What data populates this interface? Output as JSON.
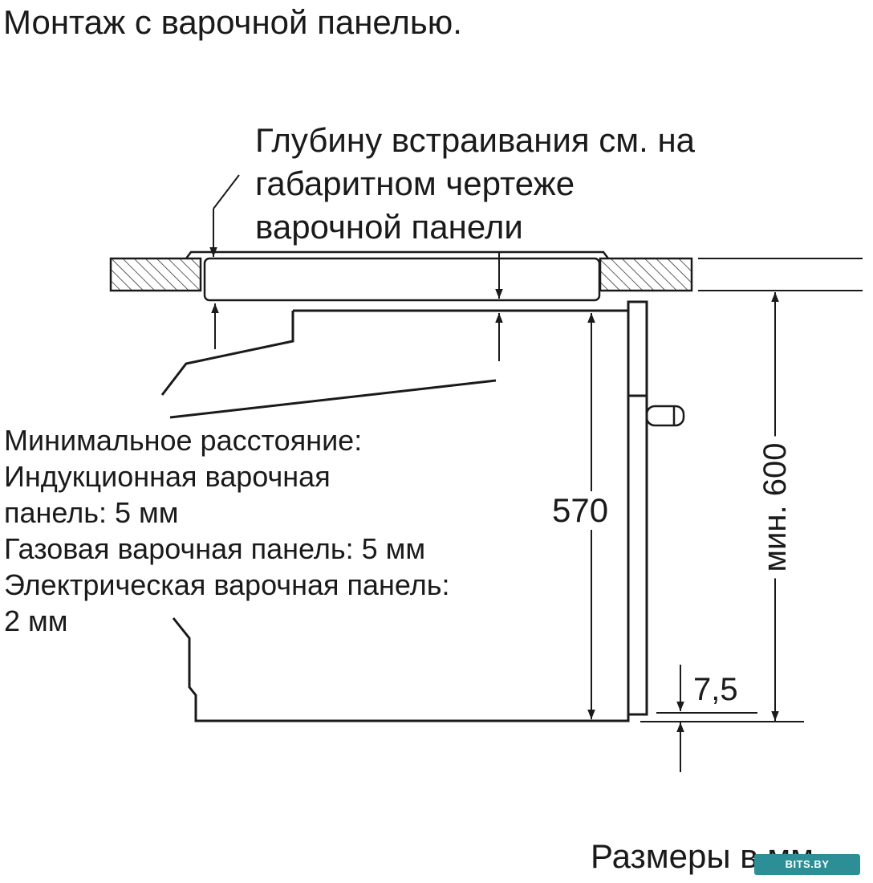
{
  "title": "Монтаж с варочной панелью.",
  "depth_note": {
    "lines": [
      "Глубину встраивания см. на",
      "габаритном чертеже",
      "варочной панели"
    ]
  },
  "min_distance": {
    "lines": [
      "Минимальное расстояние:",
      "Индукционная варочная",
      "панель: 5 мм",
      "Газовая варочная панель: 5 мм",
      "Электрическая варочная панель:",
      "2 мм"
    ]
  },
  "dimensions": {
    "height_570": "570",
    "gap_75": "7,5",
    "min_600": "мин. 600"
  },
  "units_note": "Размеры в мм",
  "watermark": "BITS.BY"
}
